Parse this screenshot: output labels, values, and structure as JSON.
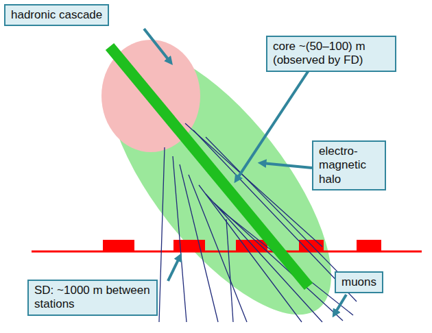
{
  "diagram": {
    "nodes": [
      {
        "text": [
          "hadronic cascade"
        ]
      },
      {
        "text": [
          "core ~(50–100) m (observed by FD)"
        ]
      },
      {
        "text": [
          "electro- magnetic halo"
        ]
      },
      {
        "text": [
          "SD: ~1000 m between stations"
        ]
      },
      {
        "text": [
          "muons"
        ]
      }
    ]
  }
}
